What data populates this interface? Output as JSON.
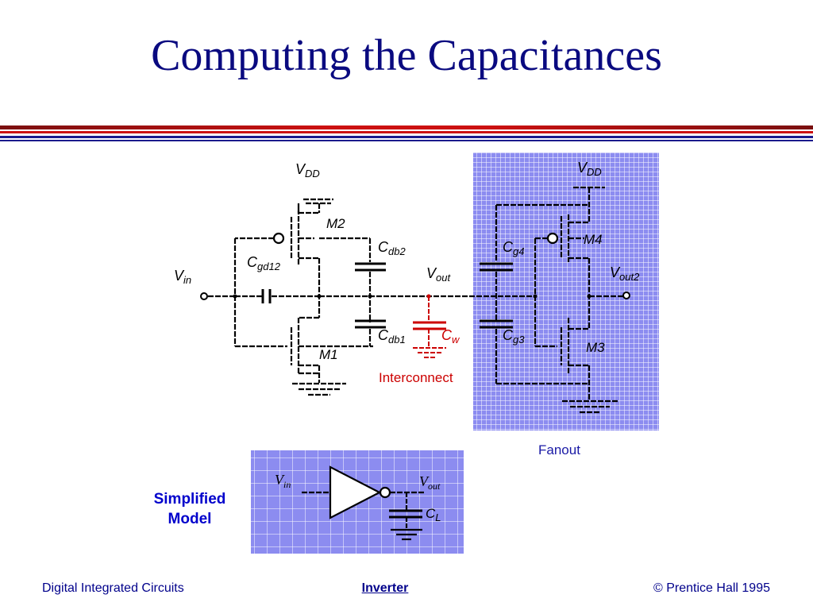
{
  "slide": {
    "title": "Computing the Capacitances"
  },
  "footer": {
    "left": "Digital Integrated Circuits",
    "center": "Inverter",
    "right": "© Prentice Hall 1995"
  },
  "circuit": {
    "vdd_main": {
      "base": "V",
      "sub": "DD"
    },
    "vdd_fanout": {
      "base": "V",
      "sub": "DD"
    },
    "vin": {
      "base": "V",
      "sub": "in"
    },
    "vout": {
      "base": "V",
      "sub": "out"
    },
    "vout2": {
      "base": "V",
      "sub": "out2"
    },
    "m1": "M1",
    "m2": "M2",
    "m3": "M3",
    "m4": "M4",
    "cgd12": {
      "base": "C",
      "sub": "gd12"
    },
    "cdb2": {
      "base": "C",
      "sub": "db2"
    },
    "cdb1": {
      "base": "C",
      "sub": "db1"
    },
    "cw": {
      "base": "C",
      "sub": "w"
    },
    "cg4": {
      "base": "C",
      "sub": "g4"
    },
    "cg3": {
      "base": "C",
      "sub": "g3"
    },
    "interconnect": "Interconnect",
    "fanout": "Fanout"
  },
  "model": {
    "label_line1": "Simplified",
    "label_line2": "Model",
    "vin": {
      "base": "V",
      "sub": "in"
    },
    "vout": {
      "base": "V",
      "sub": "out"
    },
    "cl": {
      "base": "C",
      "sub": "L"
    }
  },
  "colors": {
    "title": "#0a0a80",
    "rule_dark": "#7a1010",
    "rule_red": "#cc1111",
    "rule_blue": "#1a1a8c",
    "panel": "#8c8cf0",
    "interconnect": "#cc0000",
    "footer": "#00008b"
  }
}
